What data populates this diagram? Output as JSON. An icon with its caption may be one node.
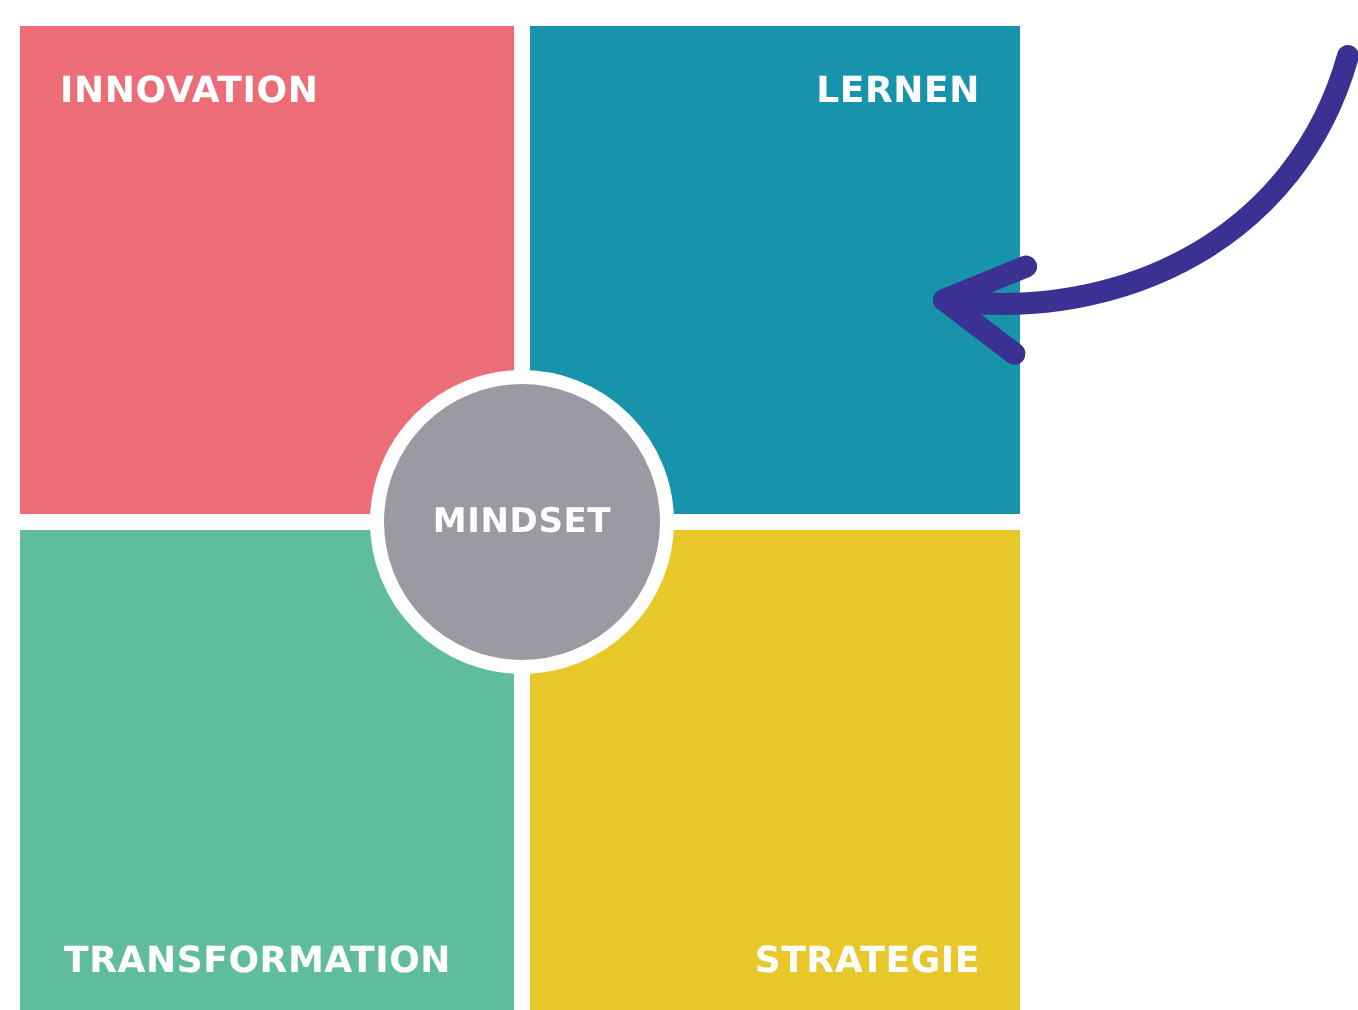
{
  "diagram": {
    "nodes": [
      {
        "text": [
          "INNOVATION"
        ]
      },
      {
        "text": [
          "LERNEN"
        ]
      },
      {
        "text": [
          "MINDSET"
        ]
      },
      {
        "text": [
          "TRANSFORMATION"
        ]
      },
      {
        "text": [
          "STRATEGIE"
        ]
      }
    ],
    "edges": [
      {
        "from": null,
        "to": 1,
        "arrow": "to",
        "color": "#3b3192"
      }
    ]
  }
}
